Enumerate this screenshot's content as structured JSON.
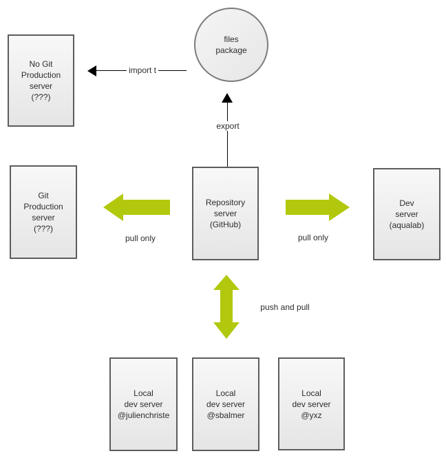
{
  "colors": {
    "arrow_green": "#b2c80d",
    "node_border": "#5c5c5c",
    "circle_border": "#7b7b7b",
    "line_black": "#000000"
  },
  "nodes": {
    "files_package": {
      "label": "files\npackage"
    },
    "no_git_production": {
      "label": "No Git\nProduction\nserver\n(???)"
    },
    "git_production": {
      "label": "Git\nProduction\nserver\n(???)"
    },
    "repository": {
      "label": "Repository\nserver\n(GitHub)"
    },
    "dev": {
      "label": "Dev\nserver\n(aqualab)"
    },
    "local_julienchriste": {
      "label": "Local\ndev server\n@julienchriste"
    },
    "local_sbalmer": {
      "label": "Local\ndev server\n@sbalmer"
    },
    "local_yxz": {
      "label": "Local\ndev server\n@yxz"
    }
  },
  "edges": {
    "import": {
      "label": "import t"
    },
    "export": {
      "label": "export"
    },
    "pull_only_left": {
      "label": "pull only"
    },
    "pull_only_right": {
      "label": "pull only"
    },
    "push_and_pull": {
      "label": "push and pull"
    }
  }
}
